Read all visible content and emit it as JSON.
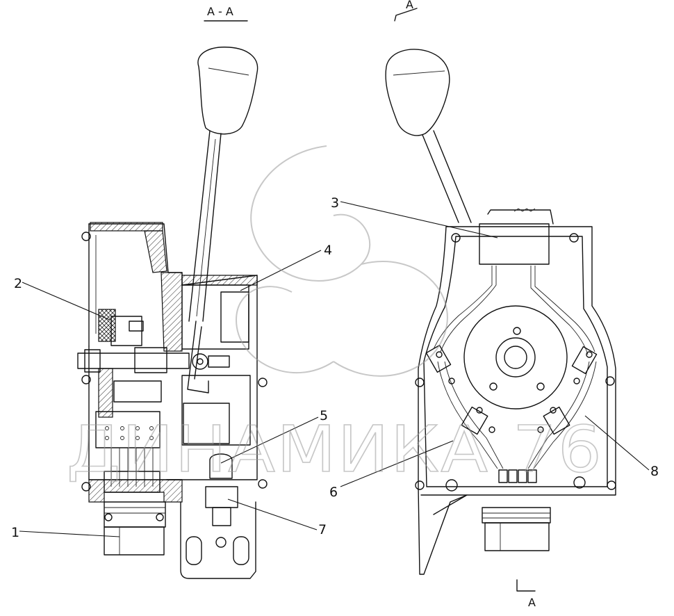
{
  "section_title": "А - А",
  "section_marks": {
    "top": "А",
    "bottom": "А"
  },
  "callouts": {
    "c1": "1",
    "c2": "2",
    "c3": "3",
    "c4": "4",
    "c5": "5",
    "c6": "6",
    "c7": "7",
    "c8": "8"
  },
  "watermark": "ДИНАМИКА 76"
}
